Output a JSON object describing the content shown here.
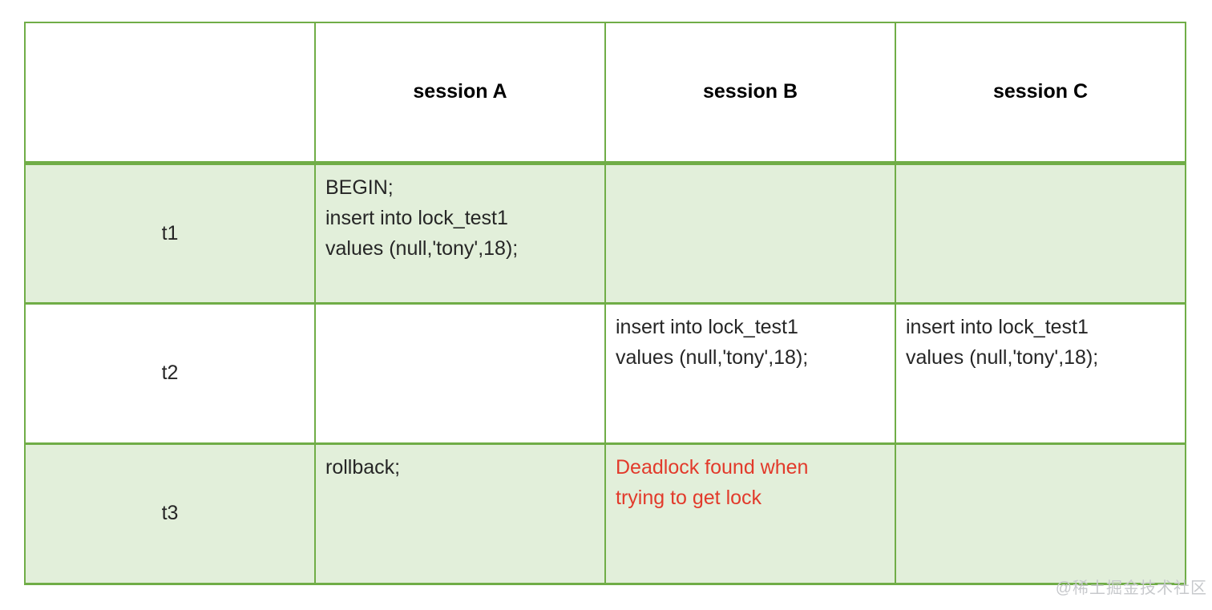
{
  "table": {
    "headers": {
      "time": "",
      "session_a": "session A",
      "session_b": "session B",
      "session_c": "session C"
    },
    "rows": [
      {
        "time": "t1",
        "session_a": "BEGIN;\ninsert into lock_test1\nvalues (null,'tony',18);",
        "session_b": "",
        "session_c": ""
      },
      {
        "time": "t2",
        "session_a": "",
        "session_b": "insert into lock_test1\nvalues (null,'tony',18);",
        "session_c": "insert into lock_test1\nvalues (null,'tony',18);"
      },
      {
        "time": "t3",
        "session_a": "rollback;",
        "session_b": "Deadlock found when\ntrying to get lock",
        "session_c": ""
      }
    ]
  },
  "watermark": "@稀土掘金技术社区",
  "colors": {
    "border_green": "#70ad47",
    "shade_green": "#e2efda",
    "alert_red": "#e23a2b"
  }
}
